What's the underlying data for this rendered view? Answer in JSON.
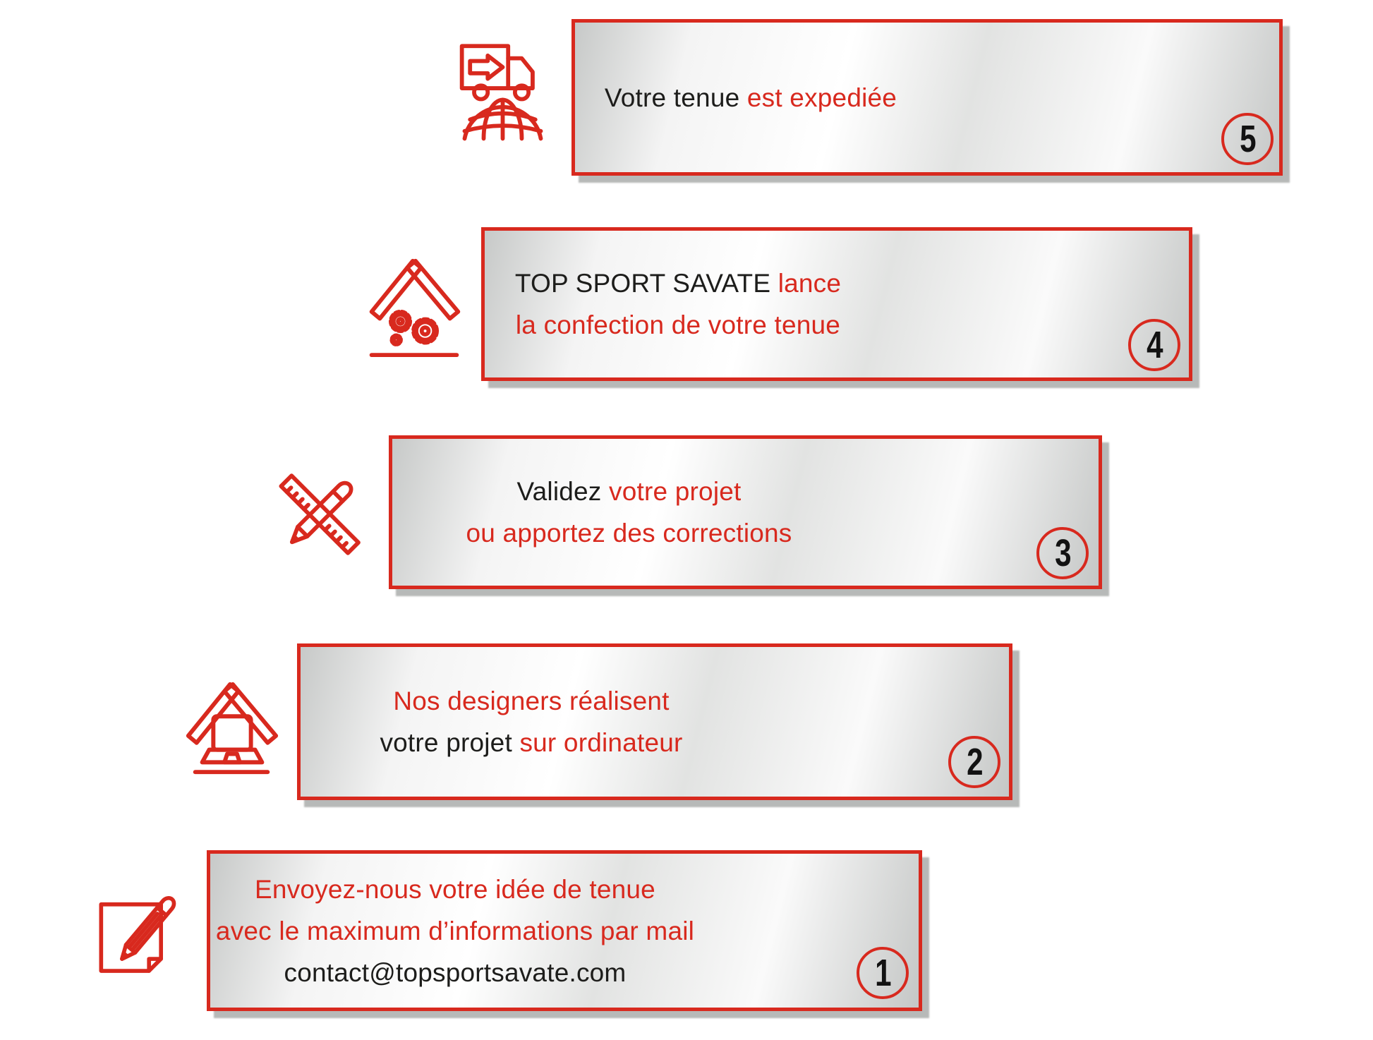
{
  "palette": {
    "accent_red": "#d8291e",
    "text_black": "#1d1d1b"
  },
  "steps": [
    {
      "number": "5",
      "icon": "shipping-truck-globe-icon",
      "lines": [
        [
          {
            "text": "Votre tenue ",
            "color": "black"
          },
          {
            "text": "est expediée",
            "color": "red"
          }
        ]
      ]
    },
    {
      "number": "4",
      "icon": "workshop-gears-icon",
      "lines": [
        [
          {
            "text": "TOP SPORT SAVATE ",
            "color": "black"
          },
          {
            "text": "lance",
            "color": "red"
          }
        ],
        [
          {
            "text": "la confection de votre tenue",
            "color": "red"
          }
        ]
      ]
    },
    {
      "number": "3",
      "icon": "ruler-pencil-icon",
      "lines": [
        [
          {
            "text": "Validez ",
            "color": "black"
          },
          {
            "text": "votre projet",
            "color": "red"
          }
        ],
        [
          {
            "text": "ou apportez des corrections",
            "color": "red"
          }
        ]
      ]
    },
    {
      "number": "2",
      "icon": "designer-laptop-icon",
      "lines": [
        [
          {
            "text": "Nos designers réalisent",
            "color": "red"
          }
        ],
        [
          {
            "text": "votre projet ",
            "color": "black"
          },
          {
            "text": "sur ordinateur",
            "color": "red"
          }
        ]
      ]
    },
    {
      "number": "1",
      "icon": "note-pencil-icon",
      "lines": [
        [
          {
            "text": "Envoyez-nous votre idée de tenue",
            "color": "red"
          }
        ],
        [
          {
            "text": "avec le maximum d’informations par mail",
            "color": "red"
          }
        ],
        [
          {
            "text": "contact@topsportsavate.com",
            "color": "black"
          }
        ]
      ]
    }
  ]
}
